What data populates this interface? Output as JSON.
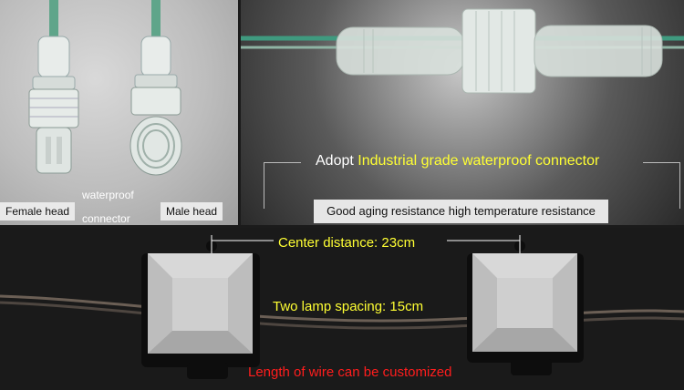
{
  "left_panel": {
    "female_label": "Female head",
    "male_label": "Male head",
    "center_label_line1": "waterproof",
    "center_label_line2": "connector"
  },
  "right_panel": {
    "headline_prefix": "Adopt ",
    "headline_highlight": "Industrial grade waterproof connector",
    "spec_text": "Good aging resistance high temperature resistance"
  },
  "bottom_panel": {
    "center_distance": "Center distance: 23cm",
    "lamp_spacing": "Two lamp spacing: 15cm",
    "wire_note": "Length of wire can be customized"
  },
  "colors": {
    "highlight": "#ffff33",
    "note_red": "#ff1d1d",
    "cable_green": "#3f9a7f"
  }
}
